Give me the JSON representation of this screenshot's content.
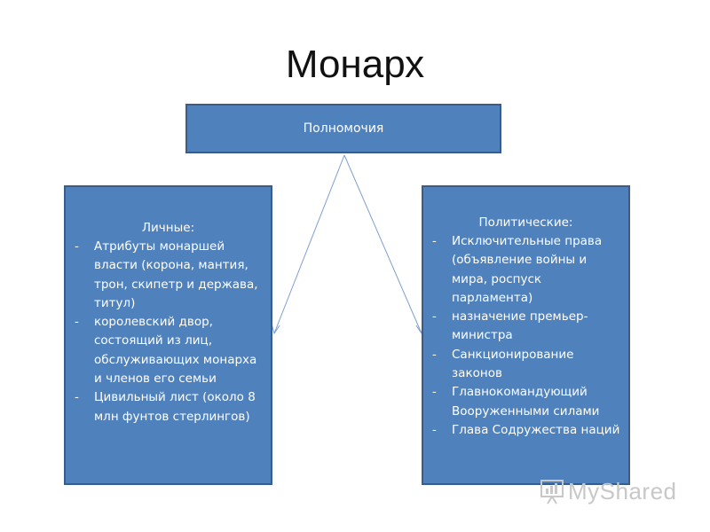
{
  "title": "Монарх",
  "top_box": {
    "label": "Полномочия"
  },
  "left_box": {
    "heading": "Личные:",
    "items": [
      "Атрибуты монаршей власти (корона, мантия, трон, скипетр и держава, титул)",
      "королевский двор, состоящий из лиц, обслуживающих монарха и членов его семьи",
      "Цивильный лист (около 8 млн фунтов стерлингов)"
    ]
  },
  "right_box": {
    "heading": "Политические:",
    "items": [
      "Исключительные права (объявление войны и мира, роспуск парламента)",
      "назначение премьер-министра",
      "Санкционирование законов",
      "Главнокомандующий Вооруженными силами",
      "Глава Содружества наций"
    ]
  },
  "bullet": "-",
  "watermark": {
    "text": "MyShared",
    "icon": "chart-presentation-icon"
  },
  "colors": {
    "box_fill": "#4f81bd",
    "box_border": "#385d8a",
    "arrow": "#7f9fcf"
  }
}
